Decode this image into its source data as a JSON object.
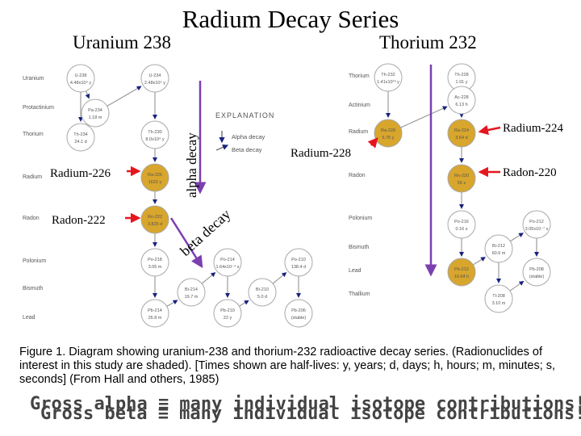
{
  "title": "Radium Decay Series",
  "series_titles": {
    "uranium": "Uranium 238",
    "thorium": "Thorium 232"
  },
  "overlay_labels": {
    "alpha_decay": "alpha decay",
    "beta_decay": "beta decay",
    "radium_226": "Radium-226",
    "radon_222": "Radon-222",
    "radium_228": "Radium-228",
    "radium_224": "Radium-224",
    "radon_220": "Radon-220"
  },
  "element_rows_left": [
    "Uranium",
    "Protactinium",
    "Thorium",
    "Radium",
    "Radon",
    "Polonium",
    "Bismuth",
    "Lead"
  ],
  "element_rows_right": [
    "Thorium",
    "Actinium",
    "Radium",
    "Radon",
    "Polonium",
    "Bismuth",
    "Lead",
    "Thallium"
  ],
  "legend": {
    "heading": "EXPLANATION",
    "alpha": "Alpha decay",
    "beta": "Beta decay"
  },
  "uranium_nodes": [
    {
      "id": "u238",
      "name": "U-238",
      "time": "4.48x10⁹ y",
      "shaded": false
    },
    {
      "id": "u234",
      "name": "U-234",
      "time": "2.48x10⁵ y",
      "shaded": false
    },
    {
      "id": "pa234",
      "name": "Pa-234",
      "time": "1.18 m",
      "shaded": false
    },
    {
      "id": "th234",
      "name": "Th-234",
      "time": "24.1 d",
      "shaded": false
    },
    {
      "id": "th230",
      "name": "Th-230",
      "time": "8.0x10⁴ y",
      "shaded": false
    },
    {
      "id": "ra226",
      "name": "Ra-226",
      "time": "1622 y",
      "shaded": true
    },
    {
      "id": "rn222",
      "name": "Rn-222",
      "time": "3.825 d",
      "shaded": true
    },
    {
      "id": "po218",
      "name": "Po-218",
      "time": "3.05 m",
      "shaded": false
    },
    {
      "id": "pb214",
      "name": "Pb-214",
      "time": "26.8 m",
      "shaded": false
    },
    {
      "id": "bi214",
      "name": "Bi-214",
      "time": "19.7 m",
      "shaded": false
    },
    {
      "id": "po214",
      "name": "Po-214",
      "time": "1.64x10⁻⁴ s",
      "shaded": false
    },
    {
      "id": "pb210",
      "name": "Pb-210",
      "time": "22 y",
      "shaded": false
    },
    {
      "id": "bi210",
      "name": "Bi-210",
      "time": "5.0 d",
      "shaded": false
    },
    {
      "id": "po210",
      "name": "Po-210",
      "time": "138.4 d",
      "shaded": false
    },
    {
      "id": "pb206",
      "name": "Pb-206",
      "time": "(stable)",
      "shaded": false
    }
  ],
  "thorium_nodes": [
    {
      "id": "th232",
      "name": "Th-232",
      "time": "1.41x10¹⁰ y",
      "shaded": false
    },
    {
      "id": "th228",
      "name": "Th-228",
      "time": "1.91 y",
      "shaded": false
    },
    {
      "id": "ac228",
      "name": "Ac-228",
      "time": "6.13 h",
      "shaded": false
    },
    {
      "id": "ra228",
      "name": "Ra-228",
      "time": "5.75 y",
      "shaded": true
    },
    {
      "id": "ra224",
      "name": "Ra-224",
      "time": "3.64 d",
      "shaded": true
    },
    {
      "id": "rn220",
      "name": "Rn-220",
      "time": "55 s",
      "shaded": true
    },
    {
      "id": "po216",
      "name": "Po-216",
      "time": "0.16 s",
      "shaded": false
    },
    {
      "id": "po212",
      "name": "Po-212",
      "time": "3.05x10⁻⁷ s",
      "shaded": false
    },
    {
      "id": "bi212",
      "name": "Bi-212",
      "time": "60.6 m",
      "shaded": false
    },
    {
      "id": "pb212",
      "name": "Pb-212",
      "time": "10.64 h",
      "shaded": true
    },
    {
      "id": "pb208",
      "name": "Pb-208",
      "time": "(stable)",
      "shaded": false
    },
    {
      "id": "tl208",
      "name": "Tl-208",
      "time": "3.10 m",
      "shaded": false
    }
  ],
  "caption": "Figure 1. Diagram showing uranium-238 and thorium-232 radioactive decay series. (Radionuclides of interest in this study are shaded). [Times shown are half-lives: y, years; d, days; h, hours; m, minutes; s, seconds] (From Hall and others, 1985)",
  "gross_alpha": "Gross alpha ≡ many individual isotope contributions!",
  "gross_beta": "Gross beta ≡ many individual isotope contributions!",
  "colors": {
    "shaded_fill": "#d8a62c",
    "node_fill": "#ffffff",
    "node_stroke": "#a8a8a8",
    "alpha_arrow": "#1a237e",
    "beta_arrow": "#1a237e",
    "highlight_arrow": "#7b3fb0",
    "red_arrow": "#e5161e"
  }
}
